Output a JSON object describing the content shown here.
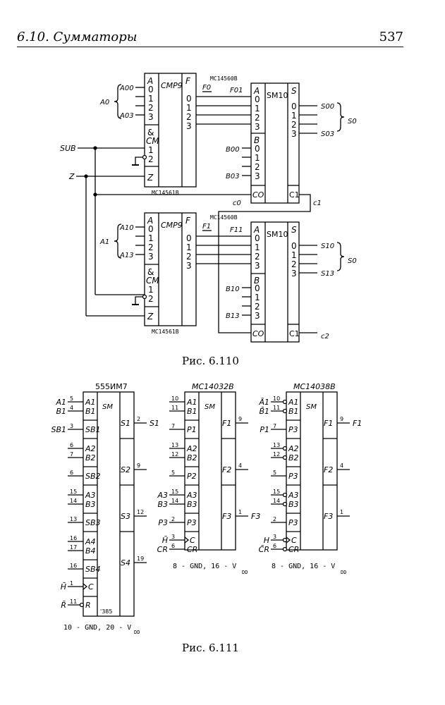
{
  "header": {
    "section": "6.10.  Сумматоры",
    "page_number": "537"
  },
  "fig110": {
    "caption": "Рис. 6.110",
    "cmp_top": {
      "chip": "MC14561B",
      "func": "CMP9",
      "a_group": "A",
      "a_pins": [
        "0",
        "1",
        "2",
        "3"
      ],
      "ctl_group": "&",
      "ctl_group2": "CM",
      "ctl_pins": [
        "1",
        "2"
      ],
      "z_pin": "Z",
      "f_group": "F",
      "f_pins": [
        "0",
        "1",
        "2",
        "3"
      ],
      "in_bus": "A0",
      "in_first": "A00",
      "in_last": "A03",
      "out_bus": "F0"
    },
    "cmp_bot": {
      "chip": "MC14561B",
      "func": "CMP9",
      "in_bus": "A1",
      "in_first": "A10",
      "in_last": "A13",
      "out_bus": "F1"
    },
    "sm_top": {
      "chip": "MC14560B",
      "func": "SM10",
      "a_group": "A",
      "b_group": "B",
      "s_group": "S",
      "co": "CO",
      "c1": "C1",
      "in_first": "F01",
      "b_first": "B00",
      "b_last": "B03",
      "s_first": "S00",
      "s_last": "S03",
      "out_bus": "S0",
      "carry_in": "c0",
      "carry_out": "c1"
    },
    "sm_bot": {
      "chip": "MC14560B",
      "func": "SM10",
      "in_first": "F11",
      "b_first": "B10",
      "b_last": "B13",
      "s_first": "S10",
      "s_last": "S13",
      "out_bus": "S0",
      "carry_out": "c2"
    },
    "signals": {
      "sub": "SUB",
      "z": "Z"
    }
  },
  "fig111": {
    "caption": "Рис. 6.111",
    "chip1": {
      "name": "555ИМ7",
      "func": "SM",
      "footnote": "'385",
      "power": "10 - GND, 20 - V",
      "power_sub": "DD",
      "inputs": [
        {
          "pin": "5",
          "label": "A1",
          "signal": "A1"
        },
        {
          "pin": "4",
          "label": "B1",
          "signal": "B1"
        },
        {
          "pin": "3",
          "label": "SB1",
          "signal": "SB1"
        },
        {
          "pin": "6",
          "label": "A2",
          "signal": ""
        },
        {
          "pin": "7",
          "label": "B2",
          "signal": ""
        },
        {
          "pin": "6",
          "label": "SB2",
          "signal": ""
        },
        {
          "pin": "15",
          "label": "A3",
          "signal": ""
        },
        {
          "pin": "14",
          "label": "B3",
          "signal": ""
        },
        {
          "pin": "13",
          "label": "SB3",
          "signal": ""
        },
        {
          "pin": "16",
          "label": "A4",
          "signal": ""
        },
        {
          "pin": "17",
          "label": "B4",
          "signal": ""
        },
        {
          "pin": "16",
          "label": "SB4",
          "signal": ""
        },
        {
          "pin": "1",
          "label": "C",
          "signal": "H̄"
        },
        {
          "pin": "11",
          "label": "R",
          "signal": "R̄"
        }
      ],
      "outputs": [
        {
          "pin": "2",
          "label": "S1",
          "signal": "S1"
        },
        {
          "pin": "9",
          "label": "S2",
          "signal": ""
        },
        {
          "pin": "12",
          "label": "S3",
          "signal": ""
        },
        {
          "pin": "19",
          "label": "S4",
          "signal": ""
        }
      ]
    },
    "chip2": {
      "name": "MC14032B",
      "func": "SM",
      "power": "8 - GND, 16 - V",
      "power_sub": "DD",
      "inputs": [
        {
          "pin": "10",
          "label": "A1",
          "signal": ""
        },
        {
          "pin": "11",
          "label": "B1",
          "signal": ""
        },
        {
          "pin": "7",
          "label": "P1",
          "signal": ""
        },
        {
          "pin": "13",
          "label": "A2",
          "signal": ""
        },
        {
          "pin": "12",
          "label": "B2",
          "signal": ""
        },
        {
          "pin": "5",
          "label": "P2",
          "signal": ""
        },
        {
          "pin": "15",
          "label": "A3",
          "signal": "A3"
        },
        {
          "pin": "14",
          "label": "B3",
          "signal": "B3"
        },
        {
          "pin": "2",
          "label": "P3",
          "signal": "P3"
        },
        {
          "pin": "3",
          "label": "C",
          "signal": "H̄"
        },
        {
          "pin": "6",
          "label": "CR",
          "signal": "CR"
        }
      ],
      "outputs": [
        {
          "pin": "9",
          "label": "F1",
          "signal": ""
        },
        {
          "pin": "4",
          "label": "F2",
          "signal": ""
        },
        {
          "pin": "1",
          "label": "F3",
          "signal": "F3"
        }
      ]
    },
    "chip3": {
      "name": "MC14038B",
      "func": "SM",
      "power": "8 - GND, 16 - V",
      "power_sub": "DD",
      "inputs": [
        {
          "pin": "10",
          "label": "A1",
          "signal": "Ā1"
        },
        {
          "pin": "11",
          "label": "B1",
          "signal": "B̄1"
        },
        {
          "pin": "7",
          "label": "P3",
          "signal": "P1"
        },
        {
          "pin": "13",
          "label": "A2",
          "signal": ""
        },
        {
          "pin": "12",
          "label": "B2",
          "signal": ""
        },
        {
          "pin": "5",
          "label": "P3",
          "signal": ""
        },
        {
          "pin": "15",
          "label": "A3",
          "signal": ""
        },
        {
          "pin": "14",
          "label": "B3",
          "signal": ""
        },
        {
          "pin": "2",
          "label": "P3",
          "signal": ""
        },
        {
          "pin": "3",
          "label": "C",
          "signal": "H"
        },
        {
          "pin": "6",
          "label": "CR",
          "signal": "C̄R"
        }
      ],
      "outputs": [
        {
          "pin": "9",
          "label": "F1",
          "signal": "F1"
        },
        {
          "pin": "4",
          "label": "F2",
          "signal": ""
        },
        {
          "pin": "1",
          "label": "F3",
          "signal": ""
        }
      ]
    }
  }
}
